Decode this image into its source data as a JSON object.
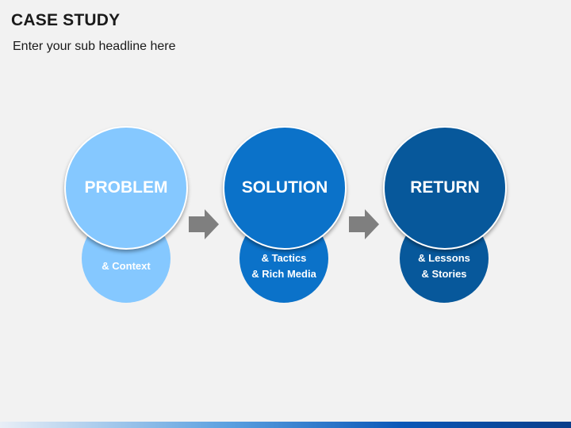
{
  "slide": {
    "title": "CASE STUDY",
    "subtitle": "Enter your sub headline here"
  },
  "steps": [
    {
      "label": "PROBLEM",
      "detail": "& Context",
      "color": "#85c8ff"
    },
    {
      "label": "SOLUTION",
      "detail": "& Tactics\n& Rich Media",
      "color": "#0b72c9"
    },
    {
      "label": "RETURN",
      "detail": "& Lessons\n& Stories",
      "color": "#07589b"
    }
  ],
  "colors": {
    "background": "#f2f2f2",
    "arrow": "#7f7f7f"
  },
  "icons": [
    "arrow-right-icon",
    "arrow-right-icon"
  ]
}
